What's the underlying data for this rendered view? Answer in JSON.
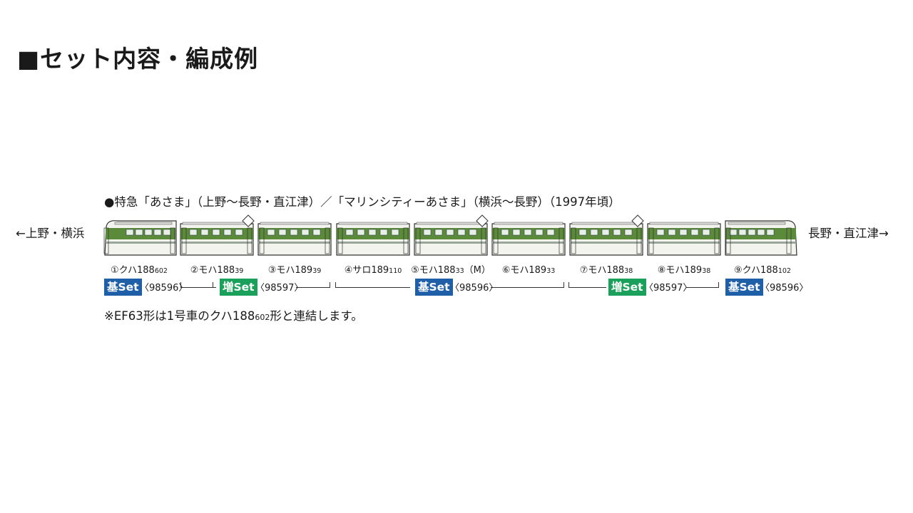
{
  "title": "■セット内容・編成例",
  "service": "●特急「あさま」（上野〜長野・直江津）／「マリンシティーあさま」（横浜〜長野）（1997年頃）",
  "direction_left": "←上野・横浜",
  "direction_right": "長野・直江津→",
  "colors": {
    "body": "#f4f4ee",
    "stripe": "#5a8a3a",
    "accent_line": "#9aa69a",
    "kihon": "#1f5fa8",
    "zo": "#1aa05a"
  },
  "cars": [
    {
      "num": "①",
      "name": "クハ188",
      "sub": "602",
      "suffix": "",
      "type": "cab-left",
      "pantograph": false
    },
    {
      "num": "②",
      "name": "モハ188",
      "sub": "39",
      "suffix": "",
      "type": "mid",
      "pantograph": true
    },
    {
      "num": "③",
      "name": "モハ189",
      "sub": "39",
      "suffix": "",
      "type": "mid",
      "pantograph": false
    },
    {
      "num": "④",
      "name": "サロ189",
      "sub": "110",
      "suffix": "",
      "type": "mid",
      "pantograph": false
    },
    {
      "num": "⑤",
      "name": "モハ188",
      "sub": "33",
      "suffix": "（M）",
      "type": "mid",
      "pantograph": true
    },
    {
      "num": "⑥",
      "name": "モハ189",
      "sub": "33",
      "suffix": "",
      "type": "mid",
      "pantograph": false
    },
    {
      "num": "⑦",
      "name": "モハ188",
      "sub": "38",
      "suffix": "",
      "type": "mid",
      "pantograph": true
    },
    {
      "num": "⑧",
      "name": "モハ189",
      "sub": "38",
      "suffix": "",
      "type": "mid",
      "pantograph": false
    },
    {
      "num": "⑨",
      "name": "クハ188",
      "sub": "102",
      "suffix": "",
      "type": "cab-right",
      "pantograph": false
    }
  ],
  "sets": [
    {
      "label": "基Set",
      "code": "〈98596〉",
      "color": "kihon"
    },
    {
      "label": "増Set",
      "code": "〈98597〉",
      "color": "zo"
    },
    {
      "label": "基Set",
      "code": "〈98596〉",
      "color": "kihon"
    },
    {
      "label": "増Set",
      "code": "〈98597〉",
      "color": "zo"
    },
    {
      "label": "基Set",
      "code": "〈98596〉",
      "color": "kihon"
    }
  ],
  "note": {
    "pre": "※EF63形は1号車のクハ188",
    "sub": "602",
    "post": "形と連結します。"
  }
}
